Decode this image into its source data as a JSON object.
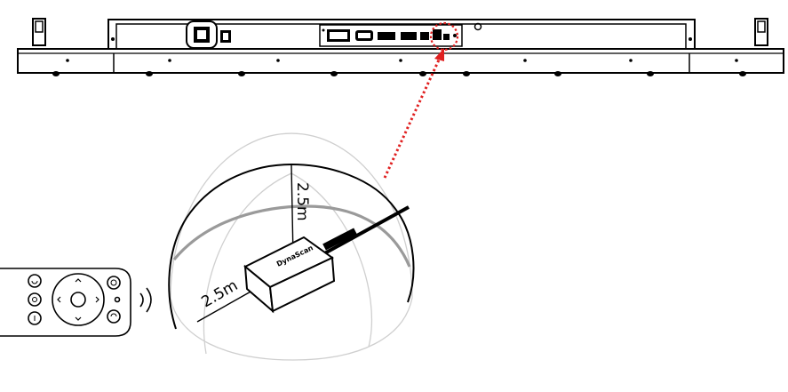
{
  "diagram": {
    "radius_vertical_label": "2.5m",
    "radius_horizontal_label": "2.5m",
    "receiver_brand": "DynaScan"
  },
  "colors": {
    "line": "#000000",
    "hemisphere_band": "#9a9a9a",
    "meridian": "#cfcfcf",
    "pointer": "#e02020"
  }
}
